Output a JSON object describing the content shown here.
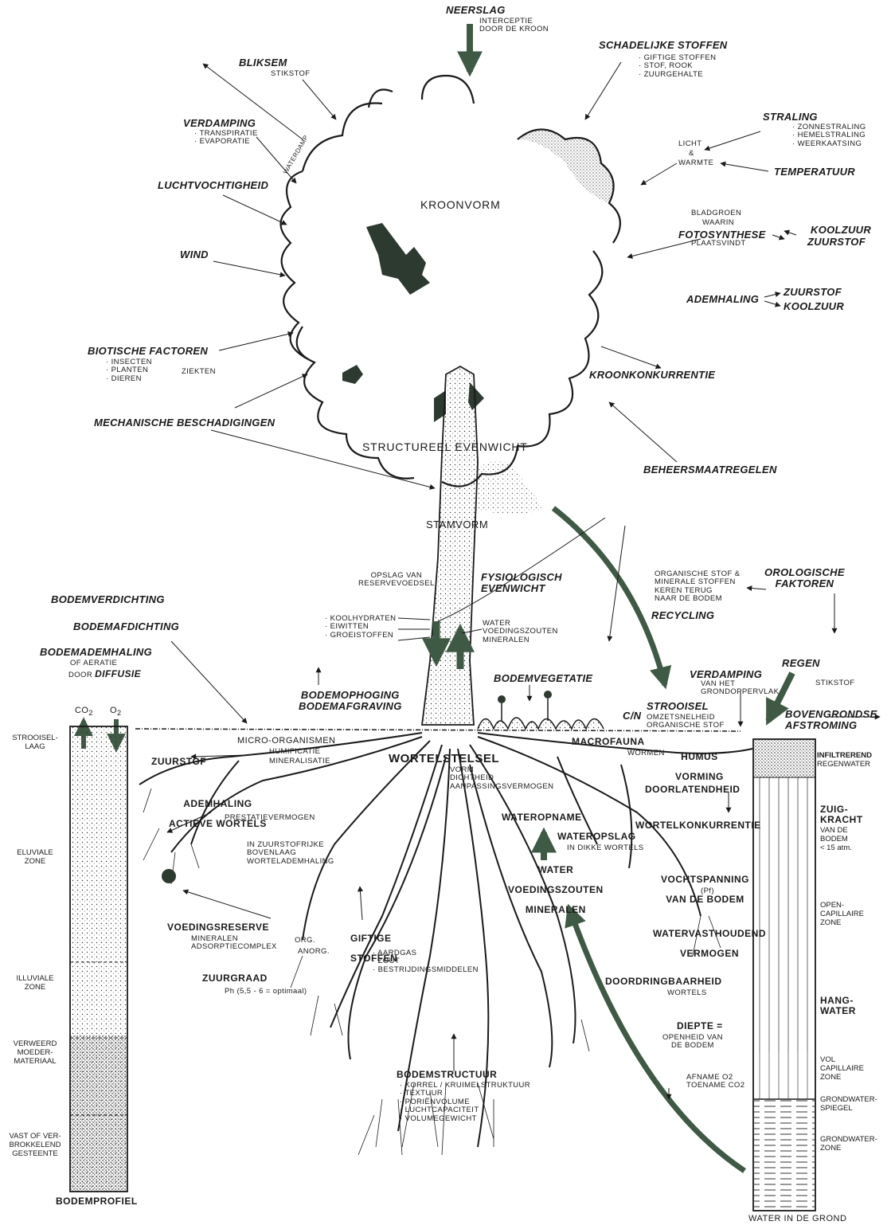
{
  "crown": {
    "neerslag": "NEERSLAG",
    "neerslag_sub": "INTERCEPTIE DOOR DE KROON",
    "bliksem": "BLIKSEM",
    "bliksem_sub": "STIKSTOF",
    "waterdamp": "WATERDAMP",
    "schadelijke": "SCHADELIJKE STOFFEN",
    "schadelijke_items": [
      "GIFTIGE STOFFEN",
      "STOF, ROOK",
      "ZUURGEHALTE"
    ],
    "verdamping": "VERDAMPING",
    "verdamping_items": [
      "TRANSPIRATIE",
      "EVAPORATIE"
    ],
    "straling": "STRALING",
    "straling_items": [
      "ZONNESTRALING",
      "HEMELSTRALING",
      "WEERKAATSING"
    ],
    "licht": "LICHT",
    "en": "&",
    "warmte": "WARMTE",
    "temperatuur": "TEMPERATUUR",
    "luchtvochtigheid": "LUCHTVOCHTIGHEID",
    "kroonvorm": "KROONVORM",
    "bladgroen": "BLADGROEN",
    "waarin": "WAARIN",
    "fotosynthese": "FOTOSYNTHESE",
    "plaatsvindt": "PLAATSVINDT",
    "koolzuur": "KOOLZUUR",
    "zuurstof": "ZUURSTOF",
    "wind": "WIND",
    "ademhaling": "ADEMHALING",
    "zuurstof2": "ZUURSTOF",
    "koolzuur2": "KOOLZUUR",
    "biotische": "BIOTISCHE FACTOREN",
    "biotische_items": [
      "INSECTEN",
      "PLANTEN",
      "DIEREN"
    ],
    "ziekten": "ZIEKTEN",
    "kroonkonkurrentie": "KROONKONKURRENTIE",
    "mechanische": "MECHANISCHE BESCHADIGINGEN",
    "structureel": "STRUCTUREEL EVENWICHT",
    "beheersmaatregelen": "BEHEERSMAATREGELEN",
    "stamvorm": "STAMVORM"
  },
  "trunk": {
    "opslag": [
      "OPSLAG VAN",
      "RESERVEVOEDSEL"
    ],
    "fysiologisch": [
      "FYSIOLOGISCH",
      "EVENWICHT"
    ],
    "organische": [
      "ORGANISCHE STOF &",
      "MINERALE STOFFEN",
      "KEREN TERUG",
      "NAAR DE BODEM"
    ],
    "recycling": "RECYCLING",
    "orologische": [
      "OROLOGISCHE",
      "FAKTOREN"
    ],
    "down_items": [
      "KOOLHYDRATEN",
      "EIWITTEN",
      "GROEISTOFFEN"
    ],
    "up_items": [
      "WATER",
      "VOEDINGSZOUTEN",
      "MINERALEN"
    ]
  },
  "soil": {
    "bodemverdichting": "BODEMVERDICHTING",
    "bodemafdichting": "BODEMAFDICHTING",
    "bodemademhaling": "BODEMADEMHALING",
    "of_aeratie": "OF AERATIE",
    "door": "DOOR",
    "diffusie": "DIFFUSIE",
    "bodemophoging": "BODEMOPHOGING",
    "bodemafgraving": "BODEMAFGRAVING",
    "bodemvegetatie": "BODEMVEGETATIE",
    "verdamping": "VERDAMPING",
    "verdamping_sub": [
      "VAN HET",
      "GRONDOPPERVLAK"
    ],
    "regen": "REGEN",
    "stikstof": "STIKSTOF",
    "strooisel": "STROOISEL",
    "cn": "C/N",
    "omzetsnelheid": [
      "OMZETSNELHEID",
      "ORGANISCHE STOF"
    ],
    "bovengrondse": [
      "BOVENGRONDSE",
      "AFSTROMING"
    ],
    "co2": "CO",
    "co2_sub": "2",
    "o2": "O",
    "o2_sub": "2",
    "micro": "MICRO-ORGANISMEN",
    "humificatie": "HUMIFICATIE",
    "mineralisatie": "MINERALISATIE",
    "macrofauna": "MACROFAUNA",
    "wormen": "WORMEN",
    "humus": [
      "HUMUS",
      "VORMING"
    ],
    "wortelstelsel": "WORTELSTELSEL",
    "wortelstelsel_sub": [
      "VORM",
      "DICHTHEID",
      "AANPASSINGSVERMOGEN"
    ],
    "zuurstof": "ZUURSTOF",
    "ademhaling": [
      "ADEMHALING",
      "ACTIEVE WORTELS"
    ],
    "prestatie": "PRESTATIEVERMOGEN",
    "zuurstofrijke": [
      "IN ZUURSTOFRIJKE",
      "BOVENLAAG",
      "WORTELADEMHALING"
    ],
    "doorlatendheid": "DOORLATENDHEID",
    "wateropname": "WATEROPNAME",
    "wateropslag": "WATEROPSLAG",
    "wateropslag_sub": "IN DIKKE WORTELS",
    "wortelkonkurrentie": "WORTELKONKURRENTIE",
    "water_voeding": [
      "WATER",
      "VOEDINGSZOUTEN",
      "MINERALEN"
    ],
    "vochtspanning": [
      "VOCHTSPANNING",
      "VAN DE BODEM"
    ],
    "pf": "(Pf)",
    "watervasthoudend": [
      "WATERVASTHOUDEND",
      "VERMOGEN"
    ],
    "voedingsreserve": "VOEDINGSRESERVE",
    "voedingsreserve_sub": [
      "MINERALEN",
      "ADSORPTIECOMPLEX"
    ],
    "org": "ORG.",
    "anorg": "ANORG.",
    "giftige": [
      "GIFTIGE",
      "STOFFEN"
    ],
    "giftige_items": [
      "AARDGAS",
      "ZOUT",
      "BESTRIJDINGSMIDDELEN"
    ],
    "zuurgraad": "ZUURGRAAD",
    "ph": "Ph (5,5 - 6 = optimaal)",
    "doordringbaarheid": "DOORDRINGBAARHEID",
    "wortels": "WORTELS",
    "diepte": "DIEPTE =",
    "diepte_sub": [
      "OPENHEID VAN",
      "DE BODEM"
    ],
    "afname": [
      "AFNAME O2",
      "TOENAME CO2"
    ],
    "bodemstructuur": "BODEMSTRUCTUUR",
    "bodemstructuur_items": [
      "KORREL / KRUIMELSTRUKTUUR",
      "TEXTUUR",
      "PORIËNVOLUME",
      "LUCHTCAPACITEIT",
      "VOLUMEGEWICHT"
    ]
  },
  "profile": {
    "strooisellaag": [
      "STROOISEL-",
      "LAAG"
    ],
    "eluviale": [
      "ELUVIALE",
      "ZONE"
    ],
    "illuviale": [
      "ILLUVIALE",
      "ZONE"
    ],
    "verweerd": [
      "VERWEERD",
      "MOEDER-",
      "MATERIAAL"
    ],
    "vast": [
      "VAST OF VER-",
      "BROKKELEND",
      "GESTEENTE"
    ],
    "title": "BODEMPROFIEL"
  },
  "water": {
    "infiltrerend": [
      "INFILTREREND",
      "REGENWATER"
    ],
    "zuigkracht": [
      "ZUIG-",
      "KRACHT"
    ],
    "zuigkracht_sub": [
      "VAN DE",
      "BODEM",
      "< 15 atm."
    ],
    "open_cap": [
      "OPEN-",
      "CAPILLAIRE",
      "ZONE"
    ],
    "hangwater": [
      "HANG-",
      "WATER"
    ],
    "vol_cap": [
      "VOL",
      "CAPILLAIRE",
      "ZONE"
    ],
    "grondwaterspiegel": [
      "GRONDWATER-",
      "SPIEGEL"
    ],
    "grondwaterzone": [
      "GRONDWATER-",
      "ZONE"
    ],
    "title": "WATER IN DE GROND"
  },
  "colors": {
    "ink": "#1a1a1a",
    "accent": "#3f5a44",
    "paper": "#ffffff"
  }
}
